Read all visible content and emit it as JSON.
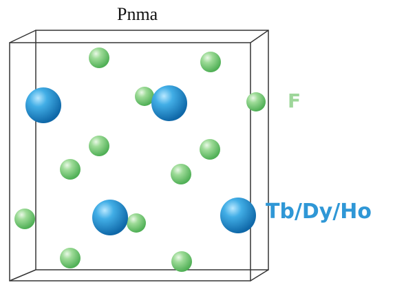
{
  "diagram": {
    "title": "Pnma",
    "legend": {
      "f_label": "F",
      "tb_label": "Tb/Dy/Ho"
    },
    "colors": {
      "f_atom": "#7cc97b",
      "tb_atom": "#2f97d6",
      "box_edge": "#333333"
    }
  }
}
